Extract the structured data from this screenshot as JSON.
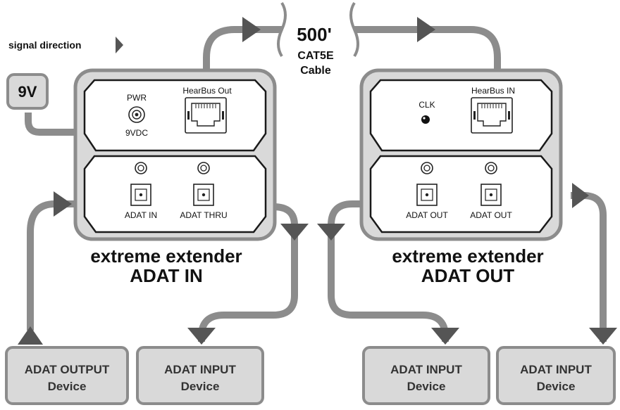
{
  "legend": {
    "signal_direction": "signal direction"
  },
  "power": {
    "badge": "9V"
  },
  "cable": {
    "length": "500'",
    "type": "CAT5E",
    "word": "Cable"
  },
  "in_unit": {
    "pwr": "PWR",
    "pwr_rating": "9VDC",
    "hearbus": "HearBus Out",
    "port1": "ADAT IN",
    "port2": "ADAT THRU",
    "name_line1": "extreme extender",
    "name_line2": "ADAT IN"
  },
  "out_unit": {
    "clk": "CLK",
    "hearbus": "HearBus IN",
    "port1": "ADAT OUT",
    "port2": "ADAT OUT",
    "name_line1": "extreme extender",
    "name_line2": "ADAT OUT"
  },
  "devices": [
    {
      "line1": "ADAT OUTPUT",
      "line2": "Device"
    },
    {
      "line1": "ADAT INPUT",
      "line2": "Device"
    },
    {
      "line1": "ADAT INPUT",
      "line2": "Device"
    },
    {
      "line1": "ADAT INPUT",
      "line2": "Device"
    }
  ],
  "colors": {
    "cable": "#8c8c8c",
    "arrow": "#555555",
    "unit_fill": "#d9d9d9",
    "panel_fill": "#ffffff"
  }
}
